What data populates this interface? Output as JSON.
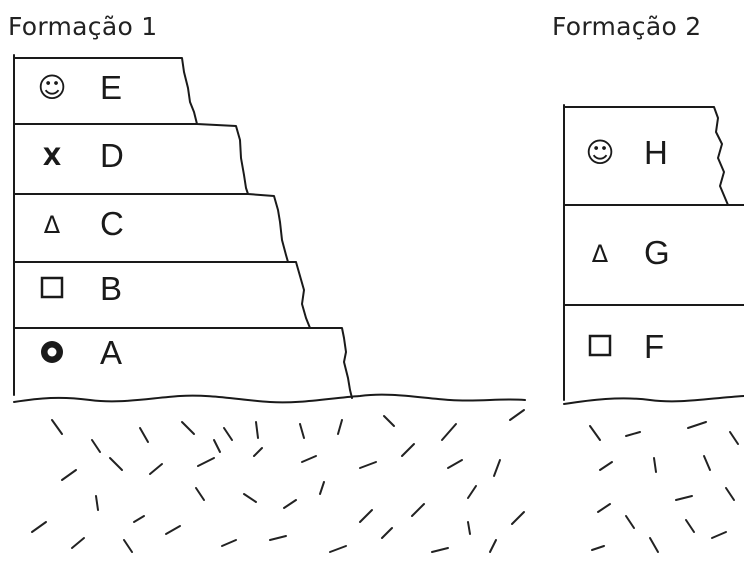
{
  "formations": [
    {
      "title": "Formação 1",
      "layers": [
        {
          "symbol": "smiley",
          "glyph": "☺",
          "letter": "E"
        },
        {
          "symbol": "x",
          "glyph": "X",
          "letter": "D"
        },
        {
          "symbol": "triangle",
          "glyph": "Δ",
          "letter": "C"
        },
        {
          "symbol": "square",
          "glyph": "☐",
          "letter": "B"
        },
        {
          "symbol": "ring",
          "glyph": "",
          "letter": "A"
        }
      ]
    },
    {
      "title": "Formação 2",
      "layers": [
        {
          "symbol": "smiley",
          "glyph": "☺",
          "letter": "H"
        },
        {
          "symbol": "triangle",
          "glyph": "Δ",
          "letter": "G"
        },
        {
          "symbol": "square",
          "glyph": "☐",
          "letter": "F"
        }
      ]
    }
  ],
  "colors": {
    "ink": "#1a1a1a",
    "background": "#ffffff"
  }
}
